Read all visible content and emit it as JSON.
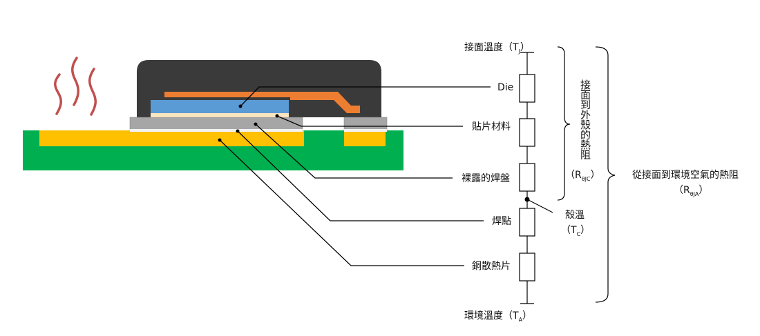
{
  "labels": {
    "die": "Die",
    "attach": "貼片材料",
    "exposed_pad": "裸露的焊盤",
    "solder": "焊點",
    "copper": "銅散熱片"
  },
  "nodes": {
    "junction": {
      "text": "接面溫度（T",
      "sub": "J",
      "close": "）"
    },
    "case_line1": "殼溫",
    "case": {
      "open": "（T",
      "sub": "C",
      "close": "）"
    },
    "ambient": {
      "text": "環境溫度（T",
      "sub": "A",
      "close": "）"
    }
  },
  "bracket_jc": {
    "chars": [
      "接",
      "面",
      "到",
      "外",
      "殼",
      "的",
      "熱",
      "阻"
    ],
    "open": "（R",
    "sub": "θJC",
    "close": "）"
  },
  "bracket_ja": {
    "line1": "從接面到環境空氣的熱阻",
    "open": "（R",
    "sub": "θJA",
    "close": "）"
  },
  "colors": {
    "pcb": "#00b050",
    "solder": "#ffc000",
    "mold": "#3a3a3a",
    "die": "#5b9bd5",
    "bondwire": "#ed7d31",
    "pad": "#a6a6a6",
    "attach": "#fbe5c0",
    "heat": "#c0504d"
  }
}
